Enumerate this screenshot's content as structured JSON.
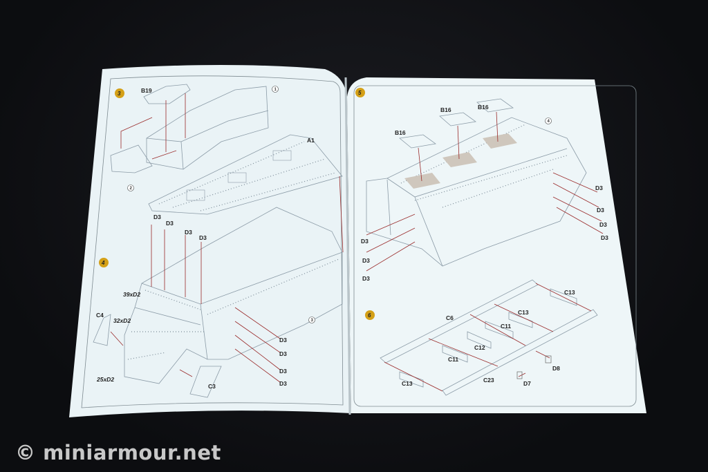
{
  "watermark": "© miniarmour.net",
  "colors": {
    "background": "#0e0f12",
    "page": "#eef6f8",
    "line": "#8a9aa6",
    "arrow": "#9a2a2a",
    "badge": "#d4a017",
    "hatch": "#cfc7bd"
  },
  "left_page": {
    "step_badges": [
      "3",
      "4"
    ],
    "ref_circles": [
      "1",
      "2",
      "3"
    ],
    "labels": {
      "b19": "B19",
      "a1": "A1",
      "d3_top": [
        "D3",
        "D3",
        "D3",
        "D3"
      ],
      "d2_39": "39xD2",
      "d2_32": "32xD2",
      "d2_25": "25xD2",
      "c4": "C4",
      "c3": "C3",
      "d3_side": [
        "D3",
        "D3",
        "D3",
        "D3"
      ]
    }
  },
  "right_page": {
    "step_badges": [
      "5",
      "6"
    ],
    "ref_circles": [
      "4"
    ],
    "labels": {
      "b16": [
        "B16",
        "B16",
        "B16"
      ],
      "d3_right": [
        "D3",
        "D3",
        "D3",
        "D3"
      ],
      "d3_left": [
        "D3",
        "D3",
        "D3"
      ],
      "frame": [
        "C13",
        "C13",
        "C6",
        "C11",
        "C12",
        "C11",
        "C13",
        "C23",
        "D7",
        "D8"
      ]
    }
  }
}
